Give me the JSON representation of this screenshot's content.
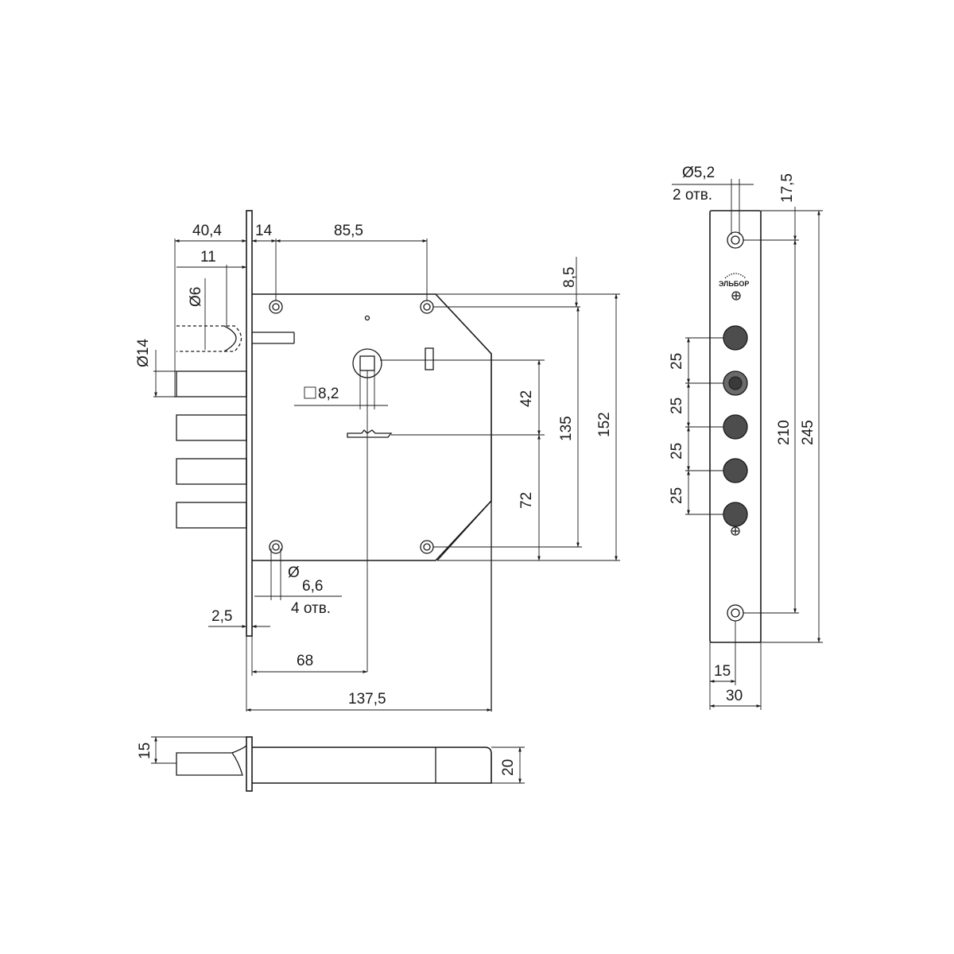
{
  "drawing": {
    "front_view": {
      "dims": {
        "d40_4": "40,4",
        "d14": "14",
        "d85_5": "85,5",
        "d11": "11",
        "d8_5": "8,5",
        "phi6": "Ø6",
        "phi14": "Ø14",
        "sq8_2": "8,2",
        "d42": "42",
        "d135": "135",
        "d152": "152",
        "d72": "72",
        "phi6_6": "6,6",
        "holes4": "4 отв.",
        "d2_5": "2,5",
        "d68": "68",
        "d137_5": "137,5"
      }
    },
    "bottom_view": {
      "dims": {
        "d15": "15",
        "d20": "20"
      }
    },
    "faceplate_view": {
      "logo": "ЭЛЬБОР",
      "dims": {
        "phi5_2": "Ø5,2",
        "holes2": "2 отв.",
        "d17_5": "17,5",
        "d25a": "25",
        "d25b": "25",
        "d25c": "25",
        "d25d": "25",
        "d210": "210",
        "d245": "245",
        "d15": "15",
        "d30": "30"
      }
    }
  }
}
